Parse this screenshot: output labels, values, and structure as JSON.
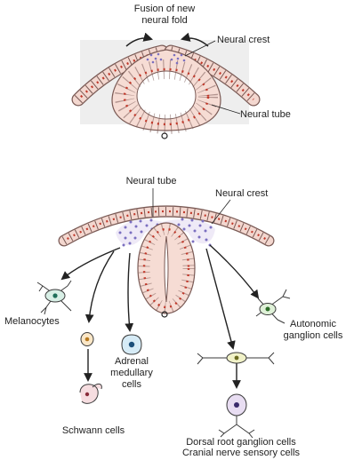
{
  "labels": {
    "fusion_line1": "Fusion of new",
    "fusion_line2": "neural fold",
    "neural_crest_top": "Neural crest",
    "neural_tube_top": "Neural tube",
    "neural_tube_bottom": "Neural tube",
    "neural_crest_bottom": "Neural crest",
    "melanocytes": "Melanocytes",
    "adrenal_line1": "Adrenal",
    "adrenal_line2": "medullary",
    "adrenal_line3": "cells",
    "autonomic_line1": "Autonomic",
    "autonomic_line2": "ganglion cells",
    "schwann": "Schwann cells",
    "drg_line1": "Dorsal root ganglion cells",
    "drg_line2": "Cranial nerve sensory cells"
  },
  "colors": {
    "ectoderm_fill": "#f3d7cf",
    "tube_fill": "#f6dcd4",
    "cell_outline": "#7a5a55",
    "nucleus": "#c0392b",
    "crest_dots": "#7b6fc0",
    "background_shading": "#eeeeee"
  }
}
